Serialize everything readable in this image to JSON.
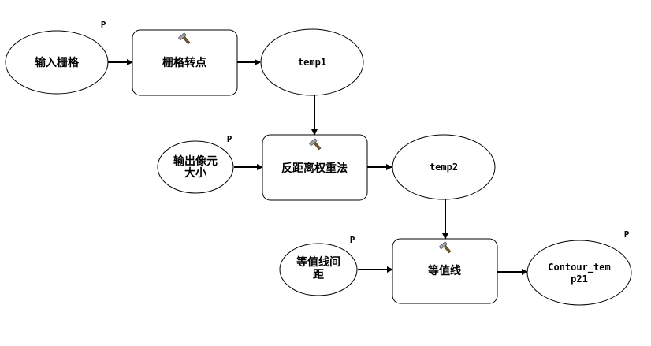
{
  "nodes": {
    "input_raster": {
      "label": "输入栅格",
      "param": "P"
    },
    "raster_to_point": {
      "label": "栅格转点",
      "icon": "hammer-icon"
    },
    "temp1": {
      "label": "temp1"
    },
    "output_cell_size": {
      "lines": [
        "输出像元",
        "大小"
      ],
      "param": "P"
    },
    "idw": {
      "label": "反距离权重法",
      "icon": "hammer-icon"
    },
    "temp2": {
      "label": "temp2"
    },
    "contour_interval": {
      "lines": [
        "等值线间",
        "距"
      ],
      "param": "P"
    },
    "contour": {
      "label": "等值线",
      "icon": "hammer-icon"
    },
    "contour_output": {
      "lines": [
        "Contour_tem",
        "p21"
      ],
      "param": "P"
    }
  }
}
